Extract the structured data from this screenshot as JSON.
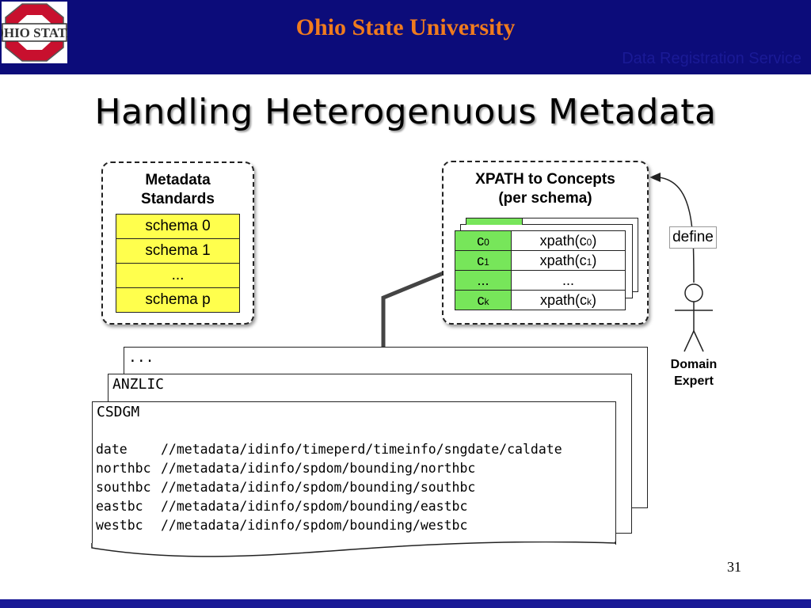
{
  "header": {
    "title": "Ohio State University",
    "subtitle": "Data Registration Service",
    "logo_text": "OHIO STATE"
  },
  "slide": {
    "title": "Handling Heterogenuous Metadata",
    "page_number": "31"
  },
  "metadata_standards": {
    "title_line1": "Metadata",
    "title_line2": "Standards",
    "rows": [
      "schema 0",
      "schema 1",
      "...",
      "schema p"
    ]
  },
  "xpath_concepts": {
    "title_line1": "XPATH to Concepts",
    "title_line2": "(per schema)",
    "rows": [
      {
        "concept": "c",
        "sub": "0",
        "xpath_prefix": "xpath(",
        "xpath_c": "c",
        "xpath_sub": "0",
        "xpath_suffix": ")"
      },
      {
        "concept": "c",
        "sub": "1",
        "xpath_prefix": "xpath(",
        "xpath_c": "c",
        "xpath_sub": "1",
        "xpath_suffix": ")"
      },
      {
        "concept": "...",
        "sub": "",
        "xpath_prefix": "...",
        "xpath_c": "",
        "xpath_sub": "",
        "xpath_suffix": ""
      },
      {
        "concept": "c",
        "sub": "k",
        "xpath_prefix": "xpath(",
        "xpath_c": "c",
        "xpath_sub": "k",
        "xpath_suffix": ")"
      }
    ]
  },
  "actor": {
    "define_label": "define",
    "name_line1": "Domain",
    "name_line2": "Expert"
  },
  "documents": {
    "back_title": "...",
    "middle_title": "ANZLIC",
    "front_title": "CSDGM",
    "rows": [
      {
        "key": "date",
        "path": "//metadata/idinfo/timeperd/timeinfo/sngdate/caldate"
      },
      {
        "key": "northbc",
        "path": "//metadata/idinfo/spdom/bounding/northbc"
      },
      {
        "key": "southbc",
        "path": "//metadata/idinfo/spdom/bounding/southbc"
      },
      {
        "key": "eastbc",
        "path": "//metadata/idinfo/spdom/bounding/eastbc"
      },
      {
        "key": "westbc",
        "path": "//metadata/idinfo/spdom/bounding/westbc"
      }
    ],
    "ellipsis": "..."
  },
  "colors": {
    "header_bg": "#0c0c7a",
    "header_title": "#f07b1e",
    "schema_fill": "#ffff4d",
    "concept_fill": "#77e65a",
    "logo_red": "#c8102e"
  }
}
